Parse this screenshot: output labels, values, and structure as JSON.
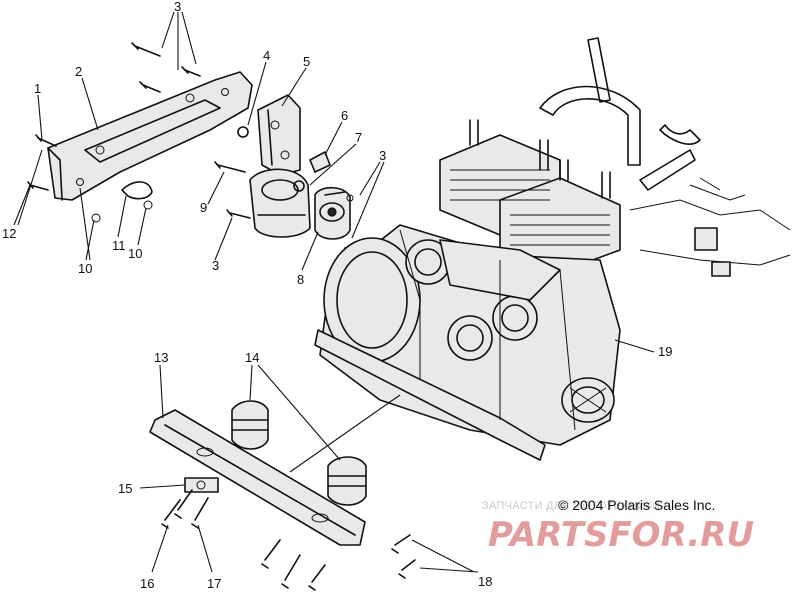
{
  "callouts": {
    "c1": "1",
    "c2": "2",
    "c3a": "3",
    "c3b": "3",
    "c3c": "3",
    "c4": "4",
    "c5": "5",
    "c6": "6",
    "c7": "7",
    "c8": "8",
    "c9": "9",
    "c10a": "10",
    "c10b": "10",
    "c11": "11",
    "c12": "12",
    "c13": "13",
    "c14": "14",
    "c15": "15",
    "c16": "16",
    "c17": "17",
    "c18": "18",
    "c19": "19"
  },
  "copyright": "© 2004 Polaris Sales Inc.",
  "watermark": {
    "small_text": "ЗАПЧАСТИ ДЛЯ МОТОТЕХНИКИ",
    "logo_text": "PARTSFOR.RU"
  }
}
